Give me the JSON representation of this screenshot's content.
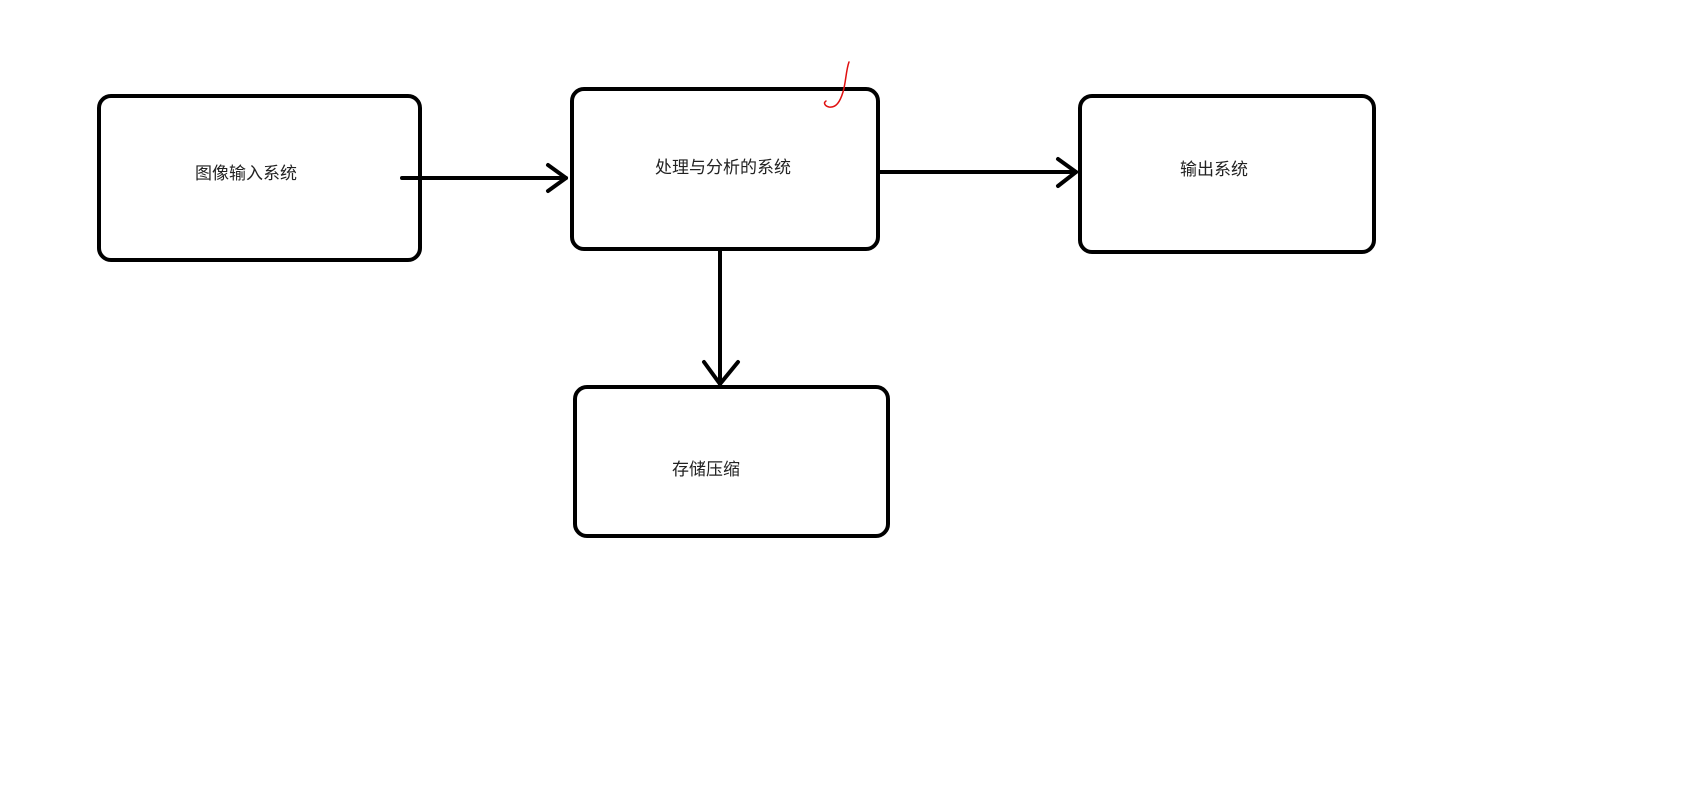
{
  "diagram": {
    "nodes": {
      "input": {
        "label": "图像输入系统"
      },
      "process": {
        "label": "处理与分析的系统"
      },
      "output": {
        "label": "输出系统"
      },
      "storage": {
        "label": "存储压缩"
      }
    },
    "edges": [
      {
        "from": "input",
        "to": "process"
      },
      {
        "from": "process",
        "to": "output"
      },
      {
        "from": "process",
        "to": "storage"
      }
    ],
    "colors": {
      "stroke": "#000000",
      "text": "#222222",
      "annotation": "#e01010",
      "background": "#ffffff"
    }
  }
}
